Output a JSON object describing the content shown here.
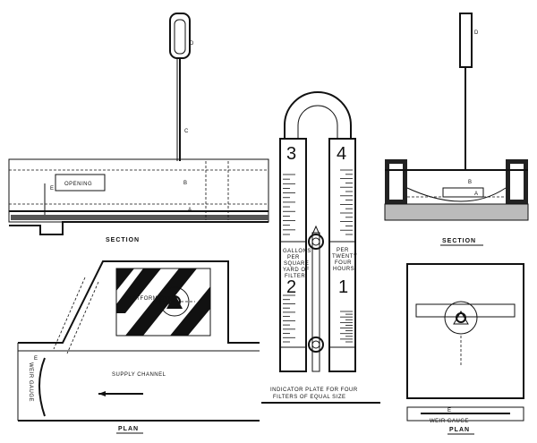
{
  "left_section": {
    "caption": "SECTION",
    "opening": "OPENING",
    "letters": [
      "D",
      "C",
      "B",
      "A",
      "E"
    ]
  },
  "left_plan": {
    "caption": "PLAN",
    "platform": "PLATFORM OVER",
    "channel": "SUPPLY CHANNEL",
    "weir": "WEIR GAUGE",
    "letter": "E"
  },
  "indicator": {
    "numbers": [
      "3",
      "4",
      "2",
      "1"
    ],
    "left_text": [
      "GALLONS",
      "PER",
      "SQUARE",
      "YARD OF",
      "FILTER"
    ],
    "right_text": [
      "PER",
      "TWENTY",
      "FOUR",
      "HOURS"
    ],
    "caption_line1": "INDICATOR PLATE FOR FOUR",
    "caption_line2": "FILTERS OF EQUAL SIZE"
  },
  "right_section": {
    "caption": "SECTION",
    "letters": [
      "D",
      "B",
      "A"
    ]
  },
  "right_plan": {
    "caption": "PLAN",
    "weir": "WEIR GAUGE",
    "letter": "E"
  }
}
